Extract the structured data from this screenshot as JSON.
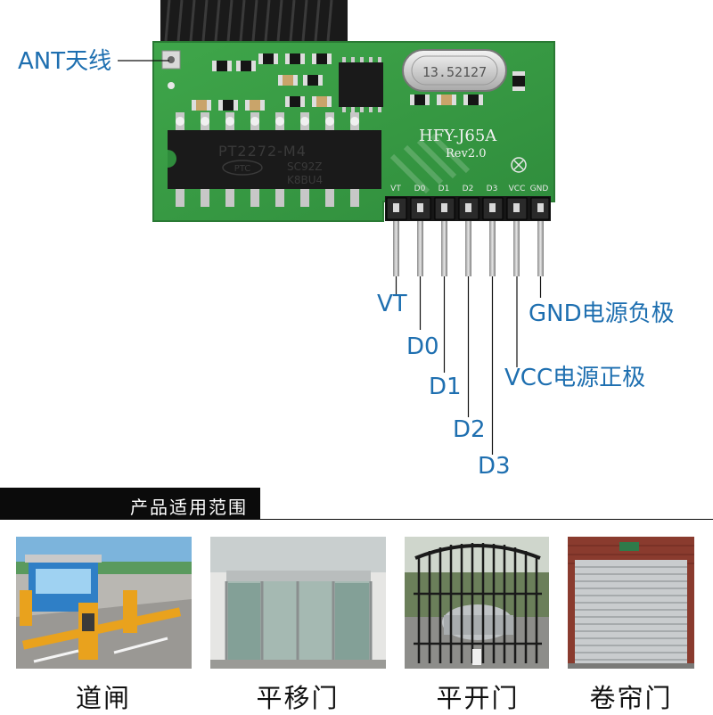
{
  "module": {
    "ant_label": "ANT天线",
    "chip_text": "PT2272-M4",
    "chip_sub1": "SC92Z",
    "chip_sub2": "K8BU4",
    "chip_logo": "PTC",
    "crystal_text": "13.52127",
    "board_model": "HFY-J65A",
    "board_rev": "Rev2.0",
    "pin_silk": [
      "VT",
      "D0",
      "D1",
      "D2",
      "D3",
      "VCC",
      "GND"
    ]
  },
  "pins": {
    "vt": "VT",
    "d0": "D0",
    "d1": "D1",
    "d2": "D2",
    "d3": "D3",
    "vcc": "VCC电源正极",
    "gnd": "GND电源负极"
  },
  "applications": {
    "title": "产品适用范围",
    "items": [
      {
        "label": "道闸",
        "icon": "barrier-gate-photo"
      },
      {
        "label": "平移门",
        "icon": "sliding-glass-door-photo"
      },
      {
        "label": "平开门",
        "icon": "swing-gate-photo"
      },
      {
        "label": "卷帘门",
        "icon": "rolling-shutter-photo"
      }
    ]
  },
  "colors": {
    "pcb_green": "#3a9a45",
    "label_blue": "#1e6fb0",
    "header_black": "#0b0b0b"
  }
}
